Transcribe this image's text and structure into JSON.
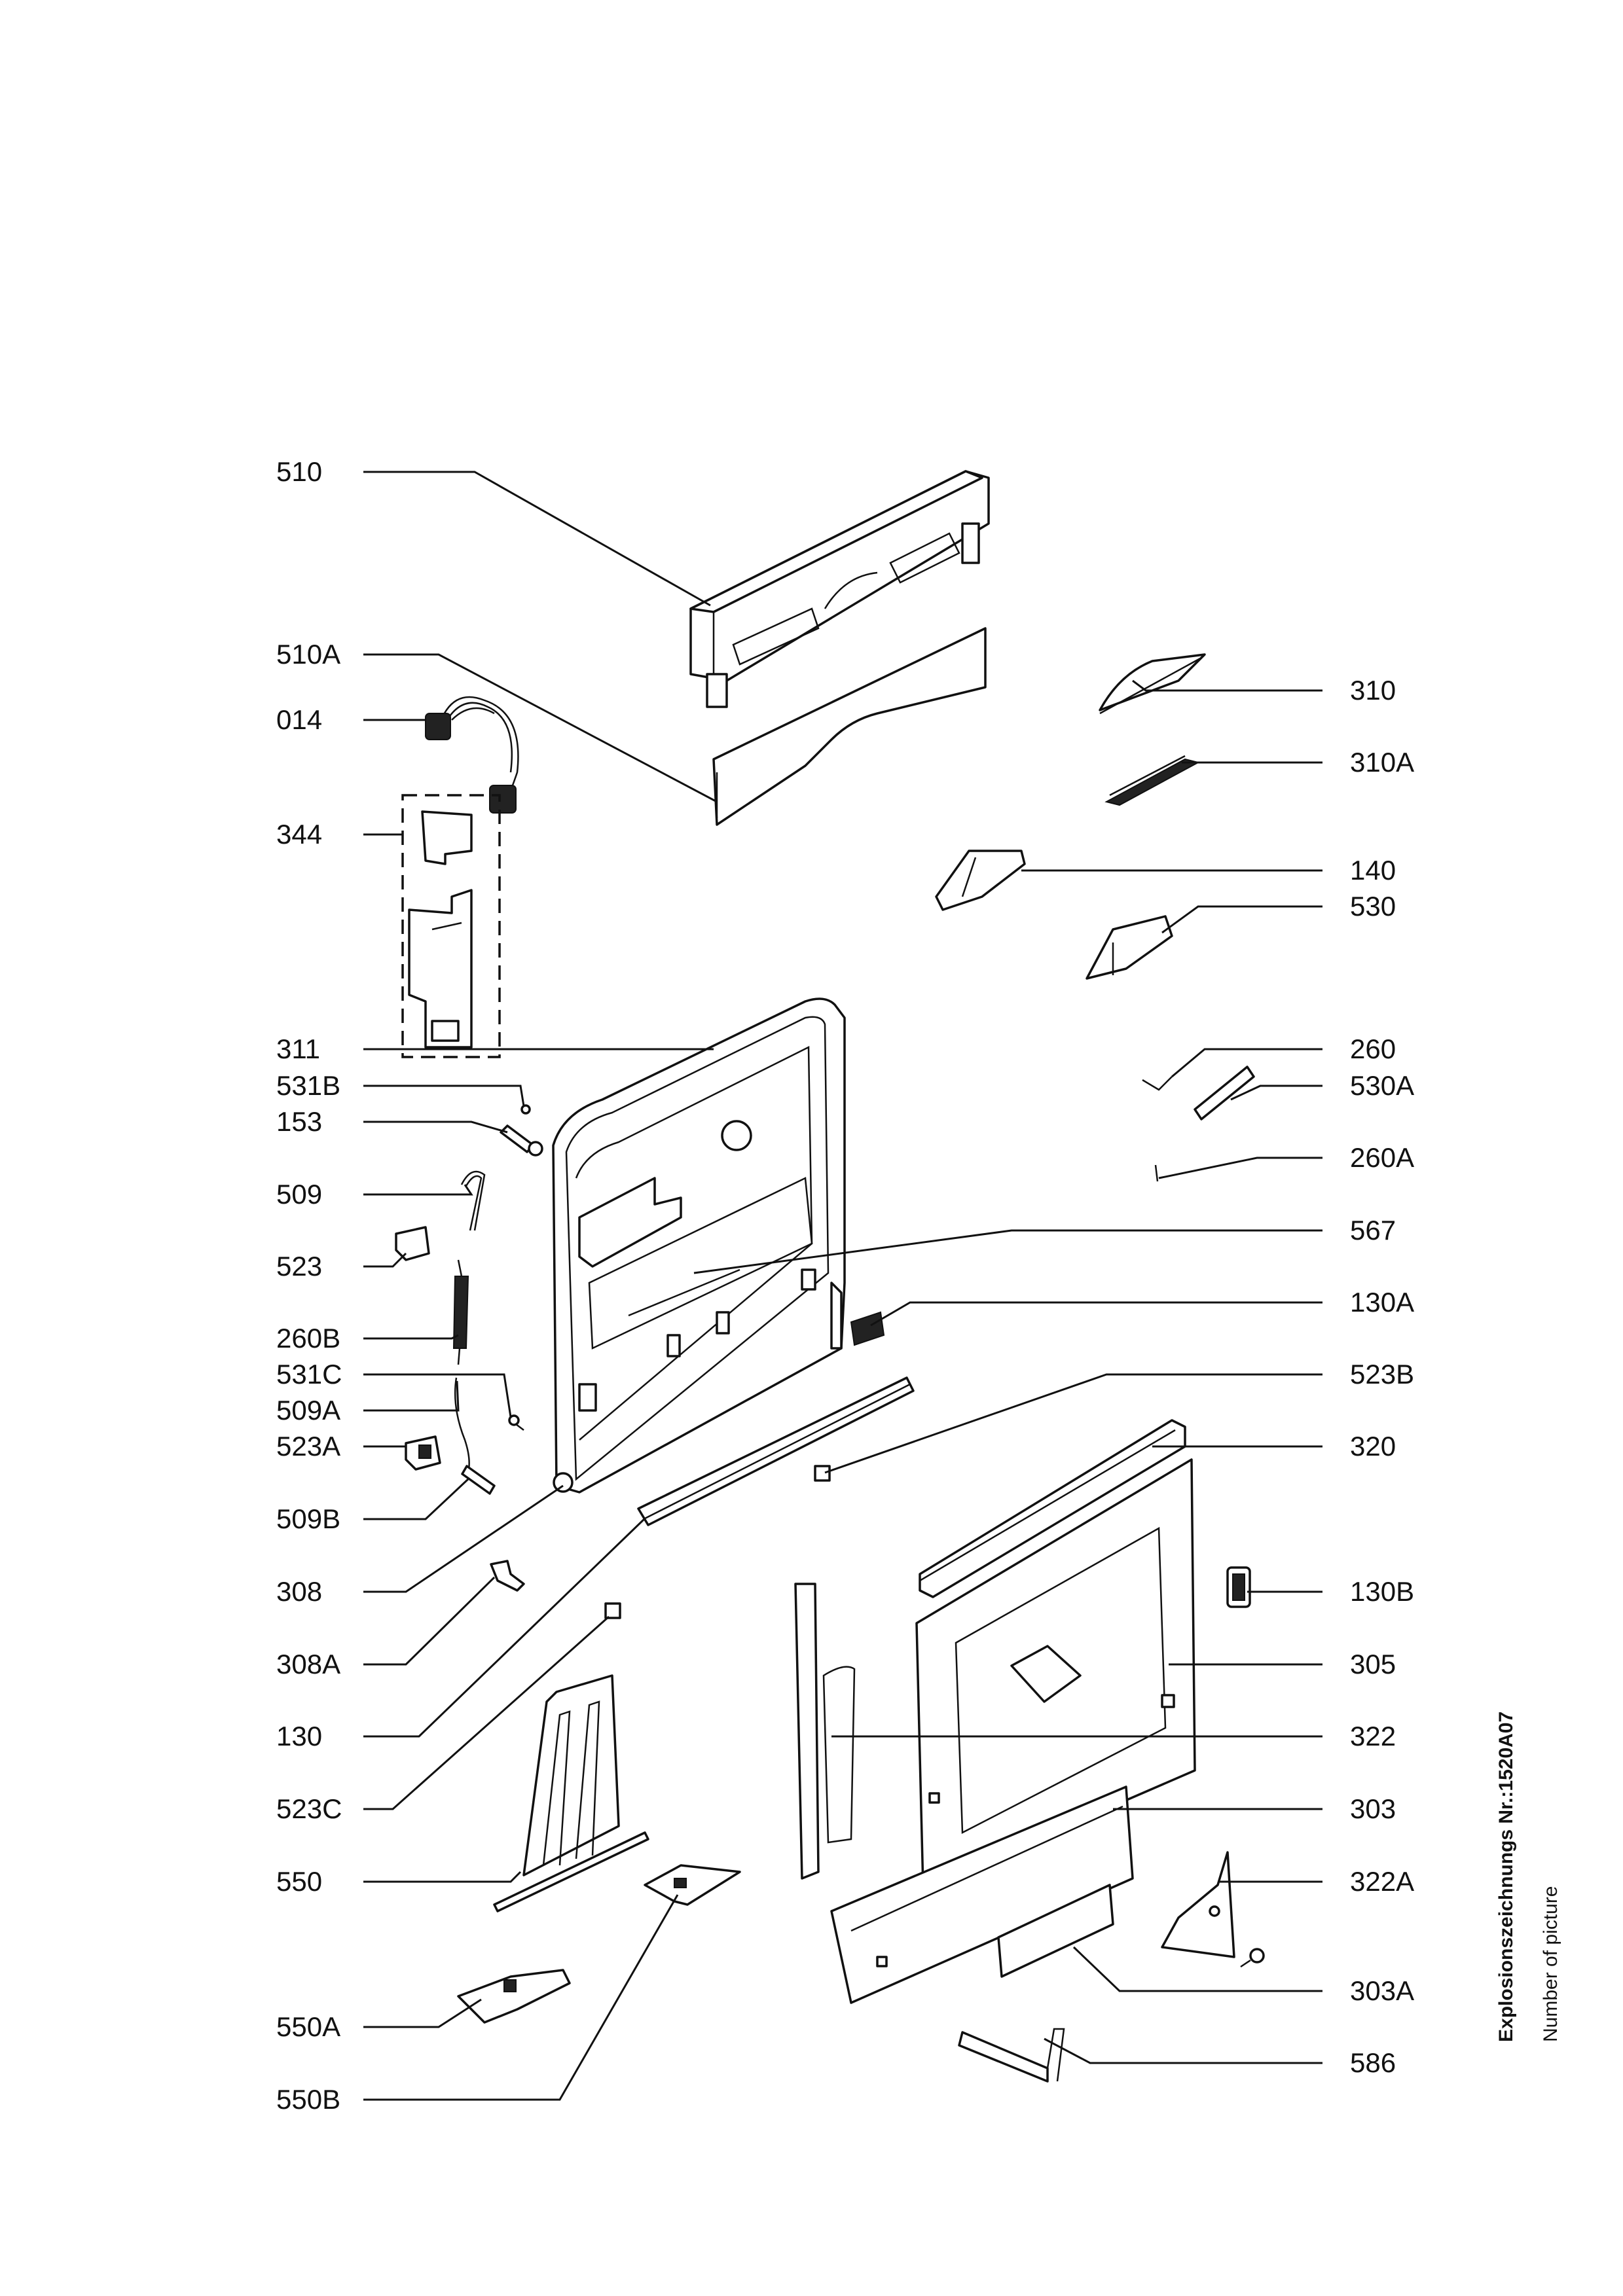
{
  "callouts": {
    "p510": "510",
    "p510A": "510A",
    "p014": "014",
    "p344": "344",
    "p311": "311",
    "p531B": "531B",
    "p153": "153",
    "p509": "509",
    "p523": "523",
    "p260B": "260B",
    "p531C": "531C",
    "p509A": "509A",
    "p523A": "523A",
    "p509B": "509B",
    "p308": "308",
    "p308A": "308A",
    "p130": "130",
    "p523C": "523C",
    "p550": "550",
    "p550A": "550A",
    "p550B": "550B",
    "p310": "310",
    "p310A": "310A",
    "p140": "140",
    "p530": "530",
    "p260": "260",
    "p530A": "530A",
    "p260A": "260A",
    "p567": "567",
    "p130A": "130A",
    "p523B": "523B",
    "p320": "320",
    "p130B": "130B",
    "p305": "305",
    "p322": "322",
    "p303": "303",
    "p322A": "322A",
    "p303A": "303A",
    "p586": "586"
  },
  "side_text": {
    "drawing_number": "Explosionszeichnungs Nr.:1520A07",
    "picture_label": "Number of picture"
  }
}
